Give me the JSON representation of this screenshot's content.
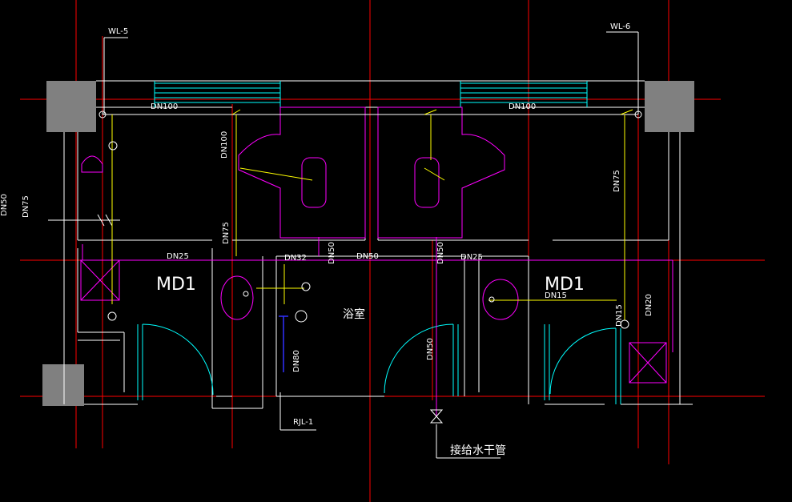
{
  "labels": {
    "pipe_wl5": "WL-5",
    "pipe_wl6": "WL-6",
    "dn100_left": "DN100",
    "dn100_right": "DN100",
    "dn100_vert": "DN100",
    "dn75_vert_right": "DN75",
    "dn75_left_margin": "DN75",
    "dn50_left_margin": "DN50",
    "dn75_mid": "DN75",
    "dn25_left": "DN25",
    "dn32": "DN32",
    "dn50_a": "DN50",
    "dn50_b": "DN50",
    "dn50_c": "DN50",
    "dn25_right": "DN25",
    "dn15_right": "DN15",
    "dn15_right2": "DN15",
    "dn20_right": "DN20",
    "dn80_vert": "DN80",
    "dn50_vert": "DN50",
    "md1_left": "MD1",
    "md1_right": "MD1",
    "bathroom": "浴室",
    "rjl1": "RJL-1",
    "water_main": "接给水干管"
  },
  "colors": {
    "background": "#000000",
    "wall": "#ffffff",
    "axis": "#ff0000",
    "fixture": "#ff00ff",
    "glass": "#00ffff",
    "supply": "#ffff00",
    "hot": "#3030ff",
    "column": "#808080",
    "leader": "#00c000"
  }
}
